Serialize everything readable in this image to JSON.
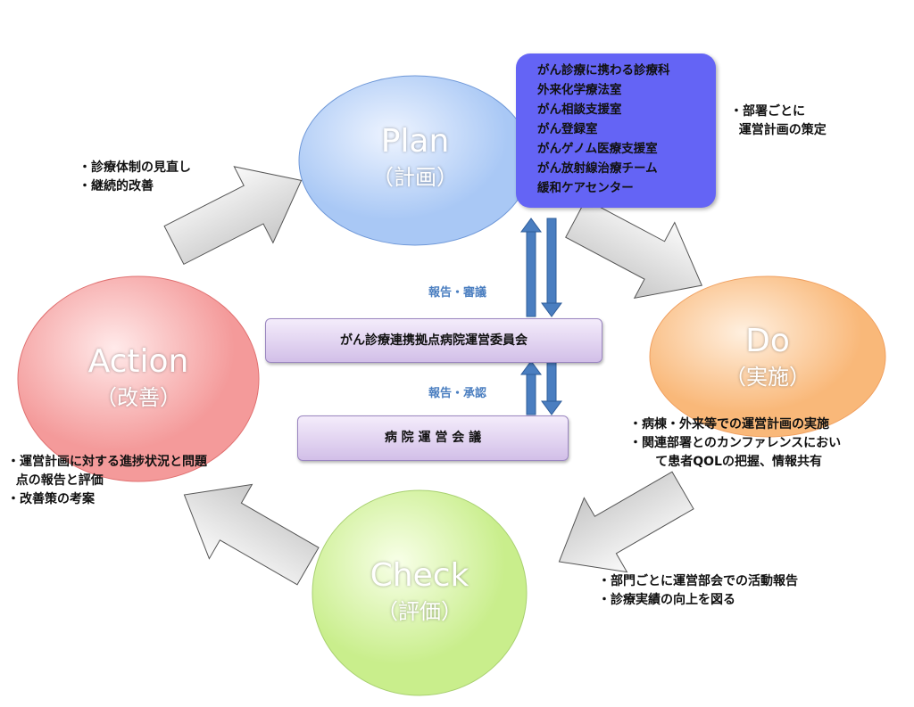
{
  "plan": {
    "title": "Plan",
    "subtitle": "（計画）"
  },
  "do": {
    "title": "Do",
    "subtitle": "（実施）"
  },
  "check": {
    "title": "Check",
    "subtitle": "（評価）"
  },
  "action": {
    "title": "Action",
    "subtitle": "（改善）"
  },
  "departments": [
    "がん診療に携わる診療科",
    "外来化学療法室",
    "がん相談支援室",
    "がん登録室",
    "がんゲノム医療支援室",
    "がん放射線治療チーム",
    "緩和ケアセンター"
  ],
  "notes": {
    "plan": "・部署ごとに\n  運営計画の策定",
    "action_top": "・診療体制の見直し\n・継続的改善",
    "do": "・病棟・外来等での運営計画の実施\n・関連部署とのカンファレンスにおい\n      て患者QOLの把握、情報共有",
    "check": "・部門ごとに運営部会での活動報告\n・診療実績の向上を図る",
    "action": "・運営計画に対する進捗状況と問題\n  点の報告と評価\n・改善策の考案"
  },
  "committee": "がん診療連携拠点病院運営委員会",
  "meeting": "病 院 運 営 会 議",
  "flow_labels": {
    "upper": "報告・審議",
    "lower": "報告・承認"
  }
}
